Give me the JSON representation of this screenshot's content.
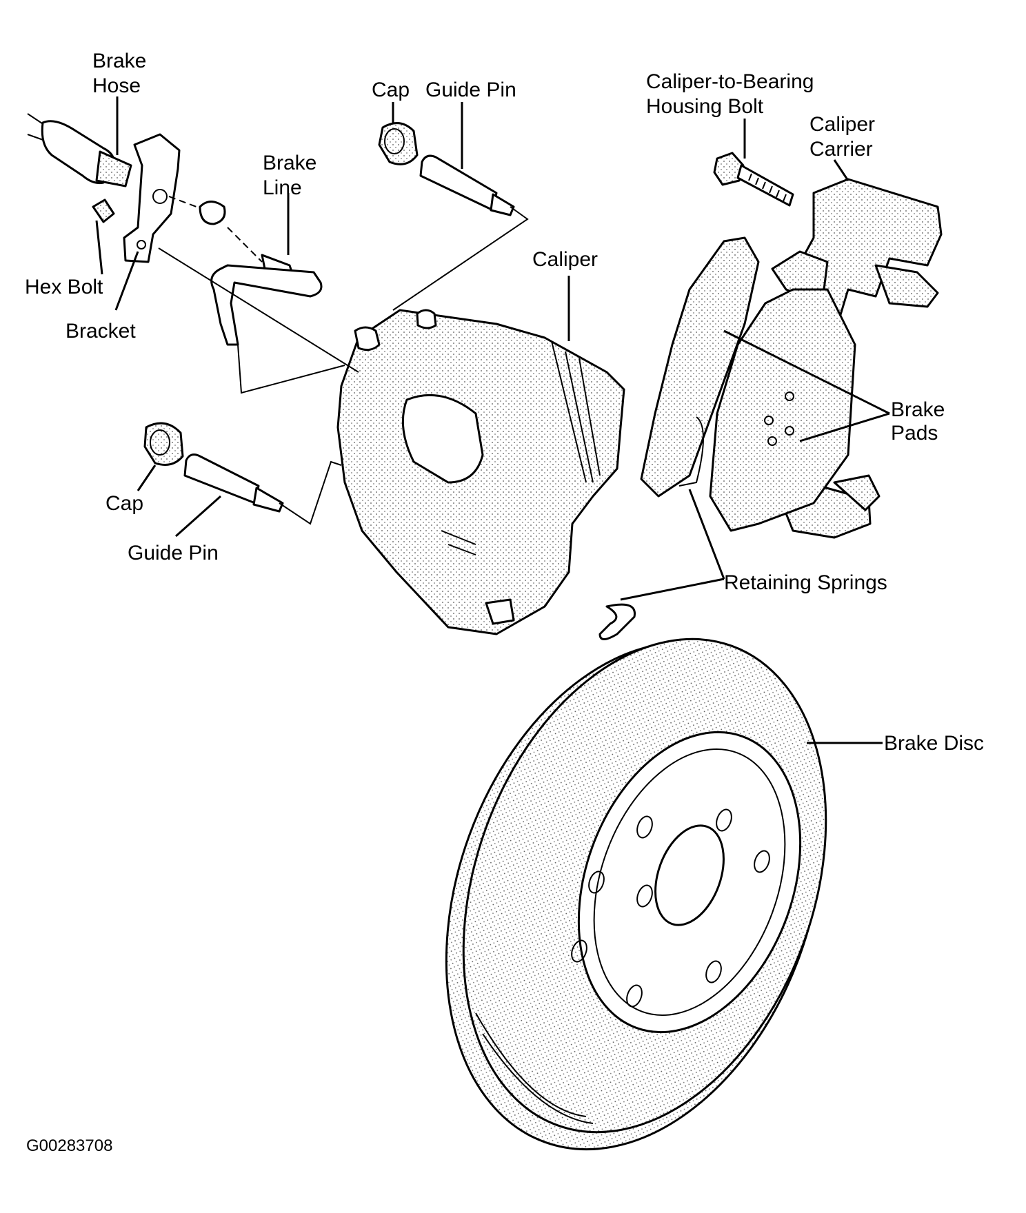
{
  "labels": {
    "brake_hose_1": "Brake",
    "brake_hose_2": "Hose",
    "cap_top": "Cap",
    "guide_pin_top": "Guide Pin",
    "caliper_bolt_1": "Caliper-to-Bearing",
    "caliper_bolt_2": "Housing Bolt",
    "caliper_carrier_1": "Caliper",
    "caliper_carrier_2": "Carrier",
    "brake_line_1": "Brake",
    "brake_line_2": "Line",
    "hex_bolt": "Hex Bolt",
    "bracket": "Bracket",
    "caliper": "Caliper",
    "brake_pads_1": "Brake",
    "brake_pads_2": "Pads",
    "cap_bottom": "Cap",
    "guide_pin_bottom": "Guide Pin",
    "retaining_springs": "Retaining Springs",
    "brake_disc": "Brake Disc"
  },
  "figure_code": "G00283708"
}
